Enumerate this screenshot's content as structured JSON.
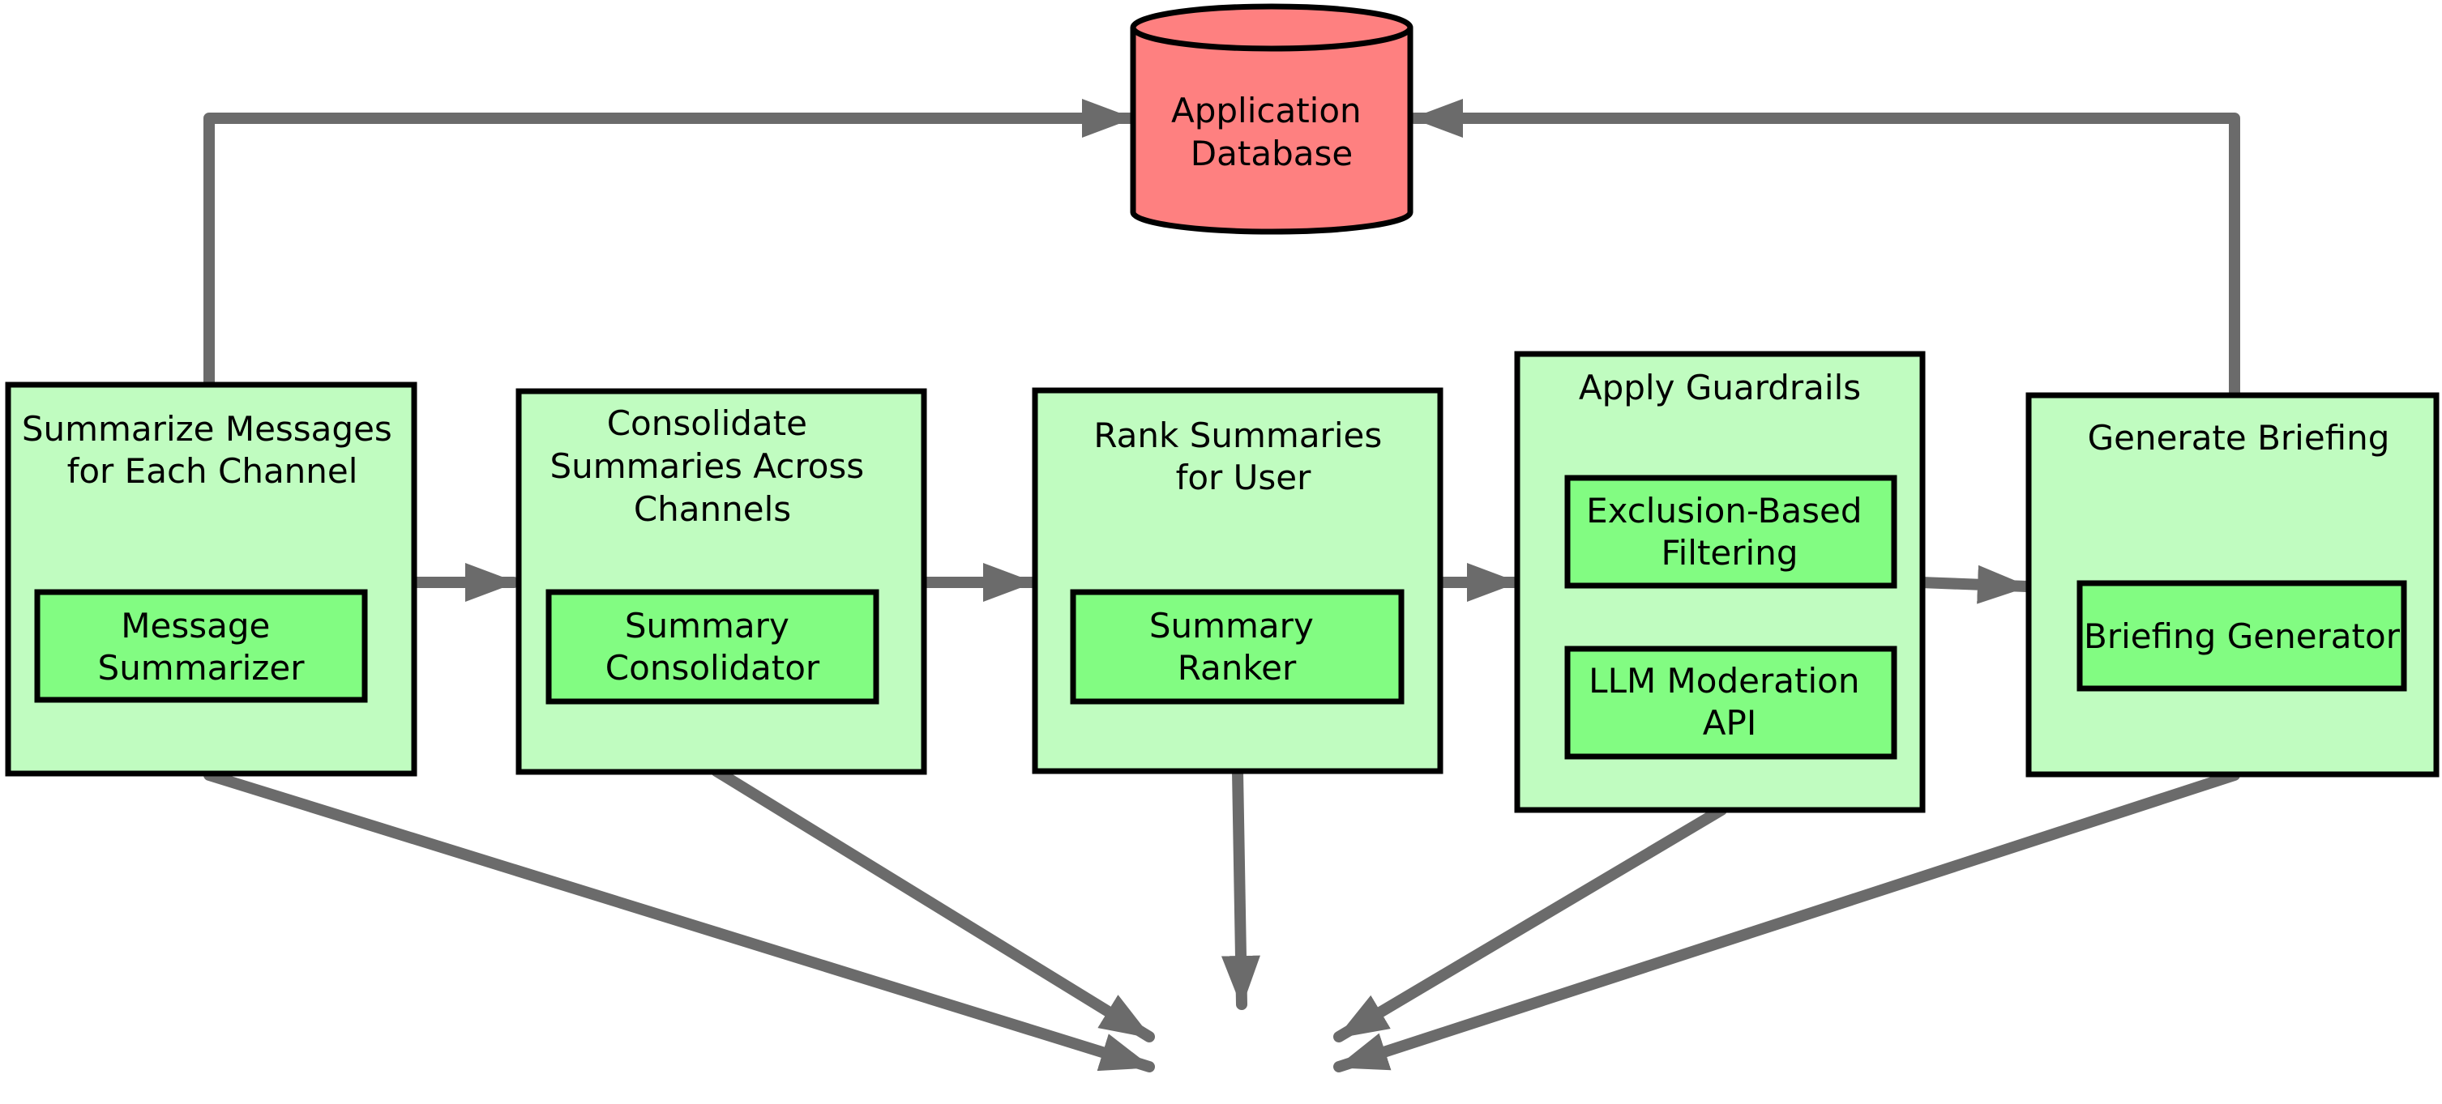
{
  "colors": {
    "stage_fill": "#c0fcc0",
    "component_fill": "#82fc82",
    "database_fill": "#fe8080",
    "outline": "#000000",
    "arrow": "#6b6b6b"
  },
  "database": {
    "lines": [
      "Application",
      "Database"
    ]
  },
  "stages": [
    {
      "title": [
        "Summarize Messages",
        "for Each Channel"
      ],
      "components": [
        {
          "lines": [
            "Message",
            "Summarizer"
          ]
        }
      ]
    },
    {
      "title": [
        "Consolidate",
        "Summaries Across",
        "Channels"
      ],
      "components": [
        {
          "lines": [
            "Summary",
            "Consolidator"
          ]
        }
      ]
    },
    {
      "title": [
        "Rank Summaries",
        "for User"
      ],
      "components": [
        {
          "lines": [
            "Summary",
            "Ranker"
          ]
        }
      ]
    },
    {
      "title": [
        "Apply Guardrails"
      ],
      "components": [
        {
          "lines": [
            "Exclusion-Based",
            "Filtering"
          ]
        },
        {
          "lines": [
            "LLM Moderation",
            "API"
          ]
        }
      ]
    },
    {
      "title": [
        "Generate Briefing"
      ],
      "components": [
        {
          "lines": [
            "Briefing Generator"
          ]
        }
      ]
    }
  ]
}
